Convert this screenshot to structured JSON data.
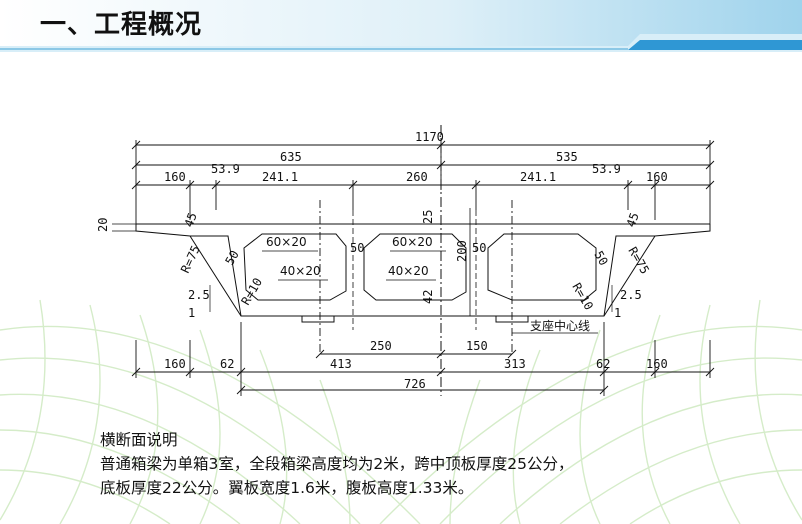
{
  "slide": {
    "title": "一、工程概况",
    "accent_color": "#7fc7e8",
    "grid_color": "#c7e6b7"
  },
  "drawing": {
    "dims_top": {
      "total": "1170",
      "left_half": "635",
      "right_half": "535",
      "left_wing": "160",
      "left_haunch": "53.9",
      "cell_left": "241.1",
      "cell_mid": "260",
      "cell_right": "241.1",
      "right_haunch": "53.9",
      "right_wing": "160"
    },
    "dims_bottom": {
      "support_left": "250",
      "support_right": "150",
      "left_wing": "160",
      "left_offset": "62",
      "left_bottom": "413",
      "right_bottom": "313",
      "right_offset": "62",
      "right_wing": "160",
      "bottom_total": "726"
    },
    "section_labels": {
      "slab_edge": "20",
      "haunch_top_left": "45",
      "haunch_top_right": "45",
      "radius_left": "R=75",
      "radius_right": "R=75",
      "web_left": "50",
      "web_right": "50",
      "web_mid_left": "50",
      "web_mid_right": "50",
      "top_haunch_left": "60×20",
      "top_haunch_mid": "60×20",
      "bottom_haunch_left": "40×20",
      "bottom_haunch_mid": "40×20",
      "top_slab": "25",
      "height": "200",
      "bottom_slab": "42",
      "fillet_left": "R=10",
      "fillet_right": "R=10",
      "slope_left": "2.5",
      "slope_left_unit": "1",
      "slope_right": "2.5",
      "slope_right_unit": "1",
      "support_centerline": "支座中心线"
    }
  },
  "description": {
    "heading": "横断面说明",
    "line1": "普通箱梁为单箱3室，全段箱梁高度均为2米，跨中顶板厚度25公分，",
    "line2": "底板厚度22公分。翼板宽度1.6米，腹板高度1.33米。"
  }
}
